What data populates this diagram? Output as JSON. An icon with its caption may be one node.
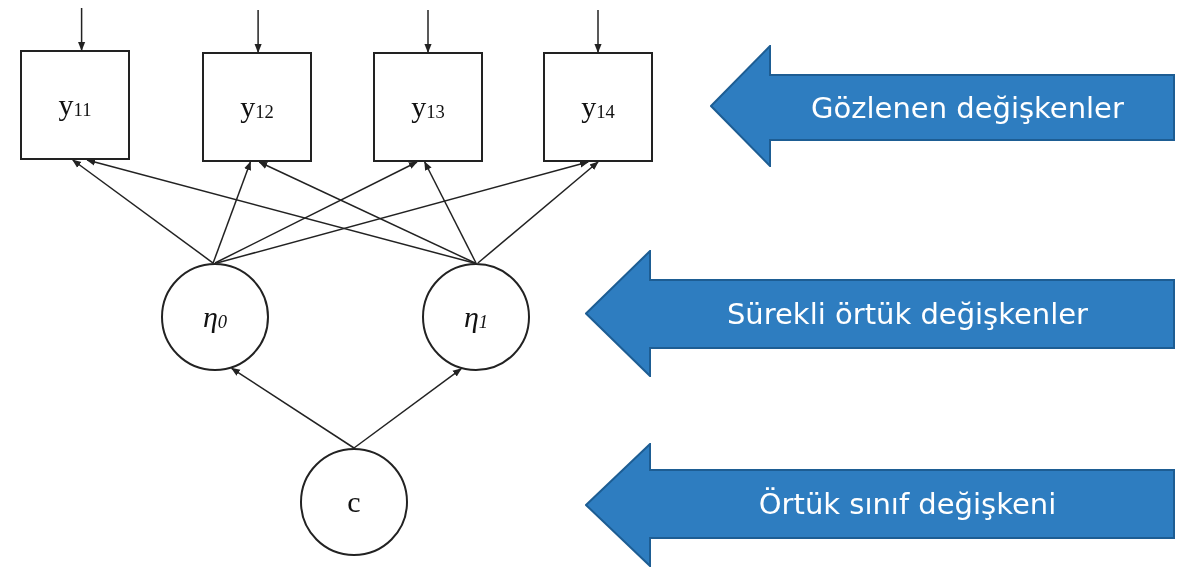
{
  "diagram": {
    "nodes": [
      {
        "text": [
          "y$_{11}$"
        ]
      },
      {
        "text": [
          "y$_{12}$"
        ]
      },
      {
        "text": [
          "y$_{13}$"
        ]
      },
      {
        "text": [
          "y$_{14}$"
        ]
      },
      {
        "text": [
          "η$_{0}$"
        ]
      },
      {
        "text": [
          "η$_{1}$"
        ]
      },
      {
        "text": [
          "c"
        ]
      },
      {
        "text": [
          "Gözlenen değişkenler"
        ]
      },
      {
        "text": [
          "Sürekli örtük değişkenler"
        ]
      },
      {
        "text": [
          "Örtük sınıf değişkeni"
        ]
      }
    ],
    "edges": [
      {
        "from": null,
        "to": 0,
        "arrow": "to"
      },
      {
        "from": null,
        "to": 1,
        "arrow": "to"
      },
      {
        "from": null,
        "to": 2,
        "arrow": "to"
      },
      {
        "from": null,
        "to": 3,
        "arrow": "to"
      },
      {
        "from": 4,
        "to": 0,
        "arrow": "to"
      },
      {
        "from": 4,
        "to": 1,
        "arrow": "to"
      },
      {
        "from": 4,
        "to": 2,
        "arrow": "to"
      },
      {
        "from": 4,
        "to": 3,
        "arrow": "to"
      },
      {
        "from": 5,
        "to": 0,
        "arrow": "to"
      },
      {
        "from": 5,
        "to": 1,
        "arrow": "to"
      },
      {
        "from": 5,
        "to": 2,
        "arrow": "to"
      },
      {
        "from": 5,
        "to": 3,
        "arrow": "to"
      },
      {
        "from": 6,
        "to": 4,
        "arrow": "to"
      },
      {
        "from": 6,
        "to": 5,
        "arrow": "to"
      }
    ]
  }
}
